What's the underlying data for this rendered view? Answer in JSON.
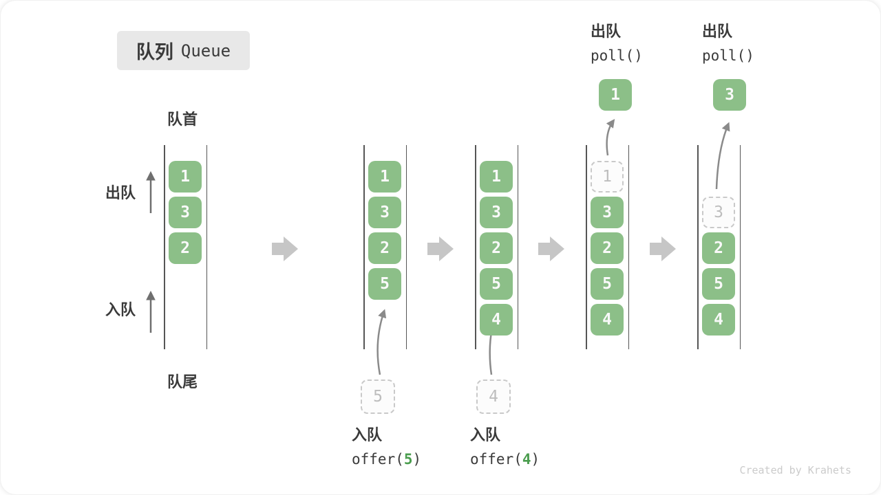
{
  "title": {
    "zh": "队列",
    "en": "Queue"
  },
  "labels": {
    "front": "队首",
    "rear": "队尾",
    "dequeue_side": "出队",
    "enqueue_side": "入队"
  },
  "states": [
    {
      "name": "initial",
      "cells": [
        {
          "value": "1"
        },
        {
          "value": "3"
        },
        {
          "value": "2"
        }
      ]
    },
    {
      "name": "after-offer-5",
      "cells": [
        {
          "value": "1"
        },
        {
          "value": "3"
        },
        {
          "value": "2"
        },
        {
          "value": "5"
        }
      ],
      "incoming": {
        "value": "5"
      },
      "op": {
        "label": "入队",
        "code_before": "offer(",
        "arg": "5",
        "code_after": ")"
      }
    },
    {
      "name": "after-offer-4",
      "cells": [
        {
          "value": "1"
        },
        {
          "value": "3"
        },
        {
          "value": "2"
        },
        {
          "value": "5"
        },
        {
          "value": "4"
        }
      ],
      "incoming": {
        "value": "4"
      },
      "op": {
        "label": "入队",
        "code_before": "offer(",
        "arg": "4",
        "code_after": ")"
      }
    },
    {
      "name": "after-poll-1",
      "cells": [
        {
          "value": "1",
          "removed": true
        },
        {
          "value": "3"
        },
        {
          "value": "2"
        },
        {
          "value": "5"
        },
        {
          "value": "4"
        }
      ],
      "ejected": {
        "value": "1"
      },
      "op": {
        "label": "出队",
        "code": "poll()"
      }
    },
    {
      "name": "after-poll-3",
      "cells": [
        {
          "value": "3",
          "removed": true
        },
        {
          "value": "2"
        },
        {
          "value": "5"
        },
        {
          "value": "4"
        }
      ],
      "ejected": {
        "value": "3"
      },
      "op": {
        "label": "出队",
        "code": "poll()"
      }
    }
  ],
  "watermark": "Created by Krahets",
  "colors": {
    "cell-green": "#8cbf88",
    "code-arg-green": "#4a9d4e",
    "dashed-gray": "#c9c9c9",
    "block-arrow-gray": "#c6c6c6",
    "flow-arrow-gray": "#8a8a8a",
    "side-arrow-gray": "#6f6f6f",
    "text-dark": "#3a3a3a",
    "title-bg": "#e8e8e8",
    "watermark-gray": "#cbcbcb"
  }
}
